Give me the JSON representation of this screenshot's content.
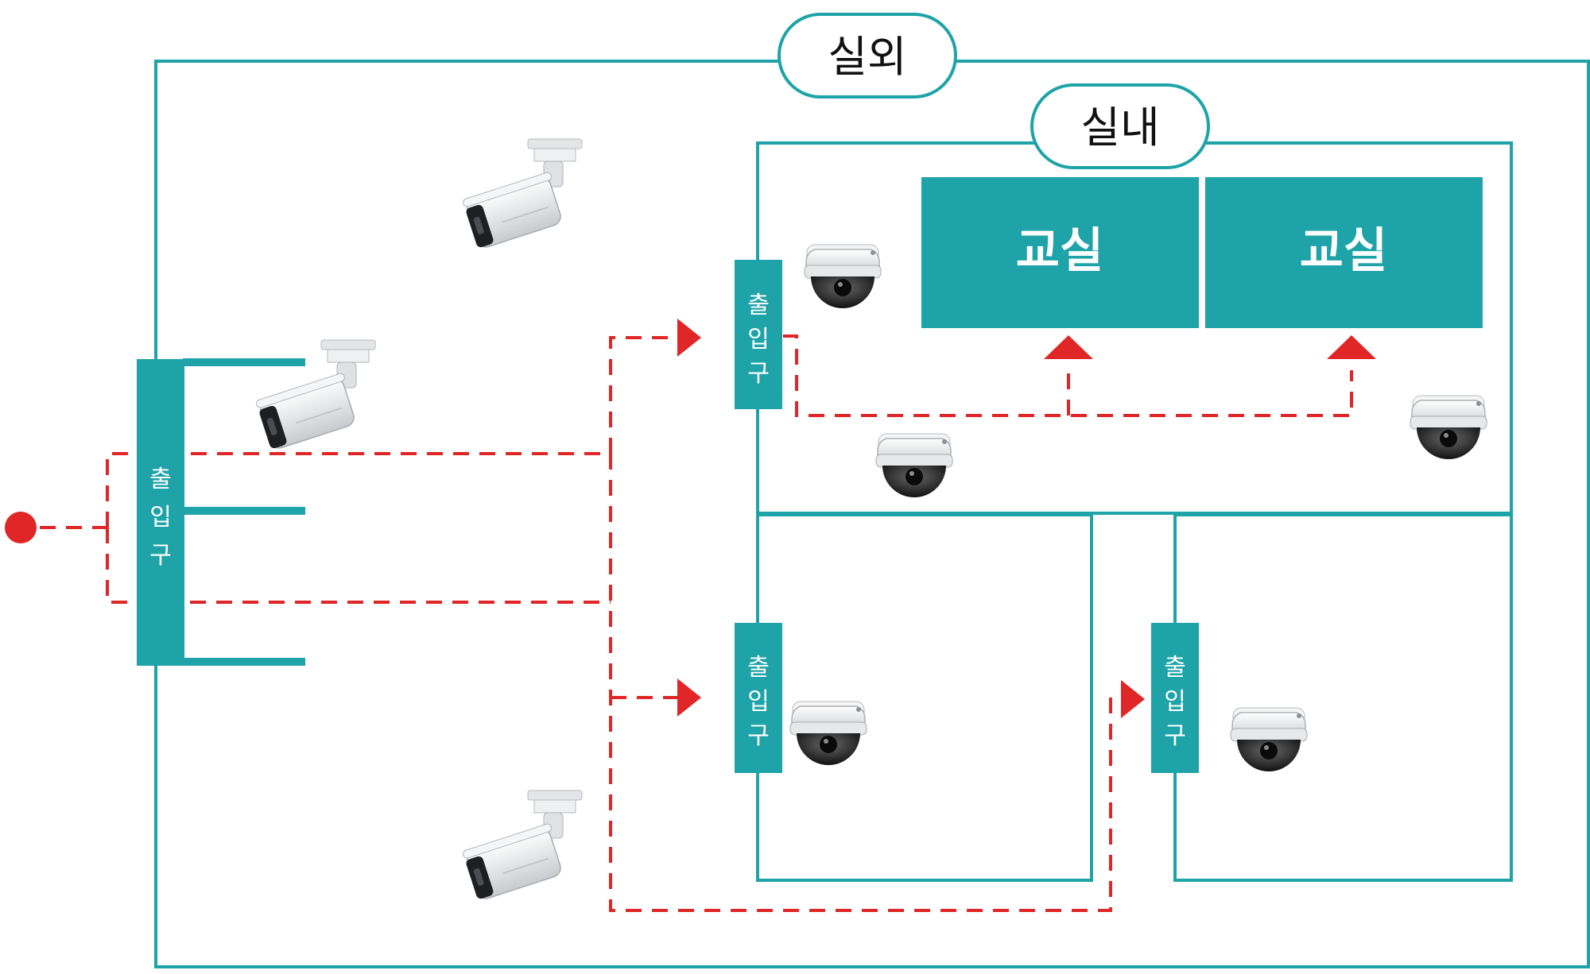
{
  "labels": {
    "outdoor": "실외",
    "indoor": "실내",
    "classroom_1": "교실",
    "classroom_2": "교실"
  },
  "entrances": [
    {
      "id": "main",
      "chars": [
        "출",
        "입",
        "구"
      ]
    },
    {
      "id": "indoor-top",
      "chars": [
        "출",
        "입",
        "구"
      ]
    },
    {
      "id": "room-bottom-left",
      "chars": [
        "출",
        "입",
        "구"
      ]
    },
    {
      "id": "room-bottom-right",
      "chars": [
        "출",
        "입",
        "구"
      ]
    }
  ],
  "cameras": {
    "bullet_count": 3,
    "dome_count": 5
  },
  "colors": {
    "wall": "#1ea3a8",
    "path": "#e02626",
    "text": "#111111",
    "label_on_fill": "#ffffff"
  }
}
